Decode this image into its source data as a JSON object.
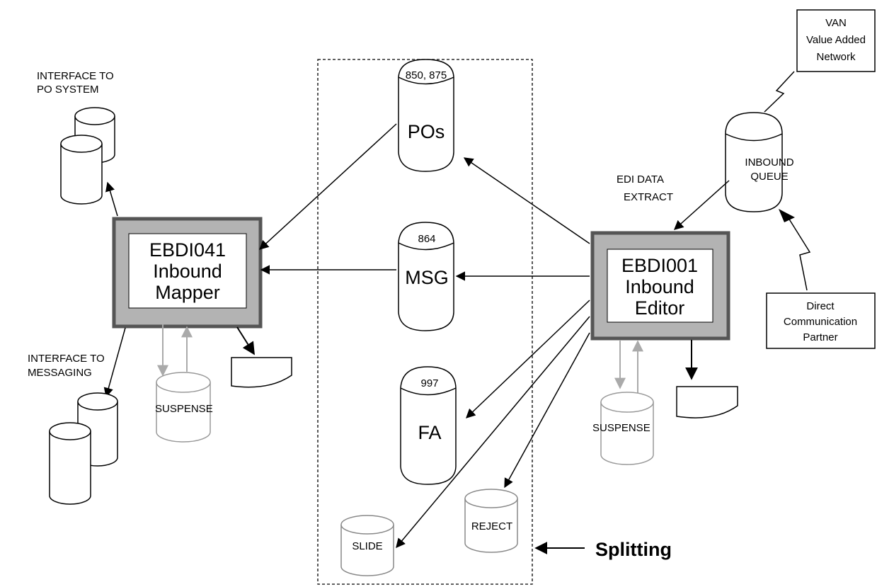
{
  "labels": {
    "interface_po_line1": "INTERFACE TO",
    "interface_po_line2": "PO SYSTEM",
    "interface_msg_line1": "INTERFACE TO",
    "interface_msg_line2": "MESSAGING",
    "edi_extract_line1": "EDI DATA",
    "edi_extract_line2": "EXTRACT",
    "splitting": "Splitting"
  },
  "mapper": {
    "line1": "EBDI041",
    "line2": "Inbound",
    "line3": "Mapper"
  },
  "editor": {
    "line1": "EBDI001",
    "line2": "Inbound",
    "line3": "Editor"
  },
  "van": {
    "line1": "VAN",
    "line2": "Value Added",
    "line3": "Network"
  },
  "direct": {
    "line1": "Direct",
    "line2": "Communication",
    "line3": "Partner"
  },
  "stores": {
    "pos_code": "850, 875",
    "pos_name": "POs",
    "msg_code": "864",
    "msg_name": "MSG",
    "fa_code": "997",
    "fa_name": "FA",
    "slide": "SLIDE",
    "reject": "REJECT",
    "inbound_line1": "INBOUND",
    "inbound_line2": "QUEUE",
    "suspense_left": "SUSPENSE",
    "suspense_right": "SUSPENSE"
  },
  "colors": {
    "box_fill": "#b3b3b3",
    "box_border": "#555555",
    "grey_line": "#aaaaaa"
  }
}
